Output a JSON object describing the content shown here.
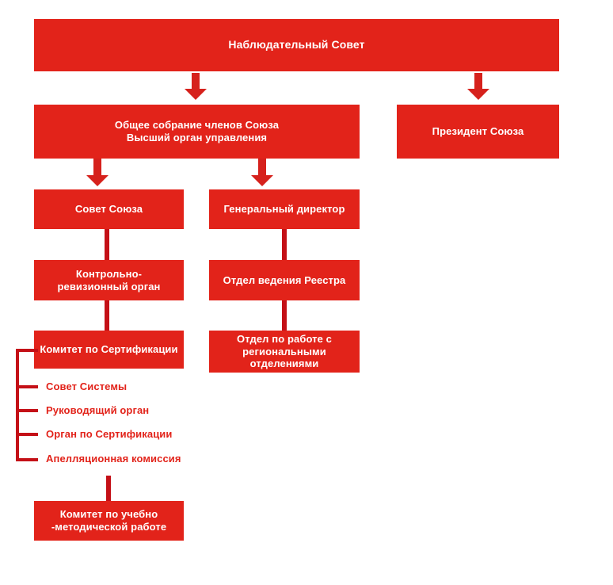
{
  "diagram": {
    "title_text": "Наблюдательный Совет",
    "accent_color": "#E2231A",
    "connector_color": "#C41017",
    "text_color": "#FFFFFF",
    "list_text_color": "#E2231A",
    "background": "#FFFFFF",
    "nodes": {
      "supervisory_board": "Наблюдательный Совет",
      "general_assembly": "Общее собрание членов Союза\nВысший орган управления",
      "president": "Президент Союза",
      "union_council": "Совет Союза",
      "general_director": "Генеральный директор",
      "audit_body": "Контрольно-\nревизионный орган",
      "registry_department": "Отдел ведения Реестра",
      "certification_committee": "Комитет по Сертификации",
      "regional_department": "Отдел по работе с\nрегиональными отделениями",
      "education_committee": "Комитет по учебно\n-методической работе"
    },
    "certification_sublist": [
      "Совет Системы",
      " Руководящий орган",
      "Орган по Сертификации",
      "Апелляционная комиссия"
    ]
  }
}
